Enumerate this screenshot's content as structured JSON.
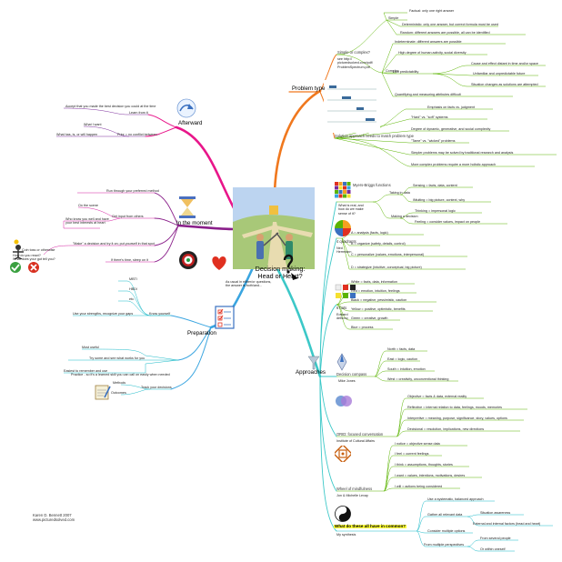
{
  "center": {
    "line1": "Decision making:",
    "line2": "Head or Heart?"
  },
  "center_note": {
    "line1": "As usual in either/or questions,",
    "line2": "the answer is both/and..."
  },
  "credit": {
    "name": "Karen D. Bennett 2007",
    "url": "www.picturedsolved.com"
  },
  "colors": {
    "problem": "#f0781e",
    "afterward": "#e8168a",
    "moment": "#8a1f8a",
    "preparation": "#3aa5e0",
    "approaches": "#3cc8c8",
    "green": "#5ab400",
    "cyan": "#19b9c8",
    "magenta": "#d41fa0",
    "purple": "#7a2a9a",
    "red": "#e03020",
    "orange": "#f5a020",
    "highlight": "#ffff3a"
  },
  "problem": {
    "label": "Problem type",
    "simple_q": "Simple or complex?",
    "see_ref": {
      "line1": "see http://",
      "line2": "picturedsolved.com/pdf/",
      "line3": "ProblemSpectrum.pdf"
    },
    "simple": "Simple",
    "simple_items": [
      "Factual: only one right answer",
      "Deterministic: only one answer, but correct formula must be used",
      "Random: different answers are possible, all can be identified"
    ],
    "complex": "Complex",
    "complex_items": [
      "Indeterminate: different answers are possible",
      "High degree of human activity, social diversity",
      "Low predictability",
      "Quantifying and measuring attributes difficult"
    ],
    "lowpred_items": [
      "Cause and effect distant in time and/or space",
      "Unfamiliar and unpredictable future",
      "Situation changes as solutions are attempted"
    ],
    "solution": "Solution approach needs to match problem type",
    "solution_items": [
      "Emphasis on facts vs. judgment",
      "\"Hard\" vs. \"soft\" systems",
      "Degree of dynamic, generative, and social complexity",
      "\"Tame\" vs. \"wicked\" problems",
      "Simpler problems may be solved by traditional research and analysis",
      "More complex problems require a more holistic approach"
    ]
  },
  "afterward": {
    "label": "Afterward",
    "learn": "Learn from it",
    "accept": "Accept that you made the best decision you could at the time",
    "prior": "Prior = no conflict between...",
    "want": "What I want",
    "is": "What has, is, or will happen"
  },
  "moment": {
    "label": "In the moment",
    "run": "Run through your preferred method",
    "scene": "On the scene",
    "input": "Get input from others",
    "who": {
      "line1": "Who know you well and have",
      "line2": "your best interests at heart"
    },
    "make": "\"Make\" a decision and try it on; put yourself in that spot",
    "sleep": "If there's time, sleep on it",
    "coin": "Coin toss or otherwise",
    "react": {
      "line1": "How do you react?",
      "line2": "What does your gut tell you?"
    }
  },
  "preparation": {
    "label": "Preparation",
    "know": "Know yourself",
    "know_items": [
      "MBTI",
      "HBDI",
      "etc."
    ],
    "strengths": "Use your strengths, recognize your gaps",
    "useful": "Most useful",
    "try": "Try some and see what works for you",
    "easiest": "Easiest to remember and use",
    "practice": "Practice - so it's a learned skill you can call on easily when needed",
    "track": "Track your decisions",
    "methods": "Methods",
    "outcomes": "Outcomes"
  },
  "approaches": {
    "label": "Approaches",
    "mbti": {
      "title": "Myers-Briggs functions",
      "sub": {
        "line1": "What is real, and",
        "line2": "how do we make",
        "line3": "sense of it?"
      },
      "taking": "Taking in data",
      "taking_items": [
        "Sensing = facts, data, content",
        "iNtuiting = big picture, context, why"
      ],
      "making": "Making a decision",
      "making_items": [
        "Thinking = impersonal logic",
        "Feeling = consider values, impact on people"
      ]
    },
    "quad": {
      "title": "4 quadrants",
      "sub": {
        "line1": "Ned",
        "line2": "Herrmann"
      },
      "items": [
        "A = analysis (facts, logic)",
        "B = organize (safety, details, control)",
        "C = personalize (values, emotions, interpersonal)",
        "D = strategize (intuitive, conceptual, big picture)"
      ]
    },
    "hats": {
      "title": "6 hats",
      "sub": {
        "line1": "Edward",
        "line2": "deBono"
      },
      "items": [
        "White = facts, data, information",
        "Red = emotion, intuition, feelings",
        "Black = negative, pessimistic, caution",
        "Yellow = positive, optimistic, benefits",
        "Green = creative, growth",
        "Blue = process"
      ]
    },
    "compass": {
      "title": "Decision compass",
      "sub": "Mike Jones",
      "items": [
        "North = facts, data",
        "East = logic, caution",
        "South = intuition, emotion",
        "West = creativity, unconventional thinking"
      ]
    },
    "orid": {
      "title": "ORID: focused conversation",
      "sub": "Institute of Cultural Affairs",
      "items": [
        "Objective = facts & data, external reality",
        "Reflective = internal relation to data, feelings, moods, memories",
        "Interpretive = meaning, purpose, significance, story, values, options",
        "Decisional = resolution, implications, new directions"
      ]
    },
    "wheel": {
      "title": "Wheel of mindfulness",
      "sub": "Jon & Michelle Levay",
      "items": [
        "I notice = objective sense data",
        "I feel = current feelings",
        "I think = assumptions, thoughts, stories",
        "I want = values, intentions, motivations, desires",
        "I will = actions being considered"
      ]
    },
    "common": {
      "title": "What do these all have in common?",
      "sub": "My synthesis",
      "items": [
        "Use a systematic, balanced approach",
        "Gather all relevant data",
        "Consider multiple options",
        "From multiple perspectives"
      ],
      "gather_items": [
        "Situation awareness",
        "External and internal factors (head and heart)"
      ],
      "persp_items": [
        "From several people",
        "Or within oneself"
      ]
    }
  }
}
